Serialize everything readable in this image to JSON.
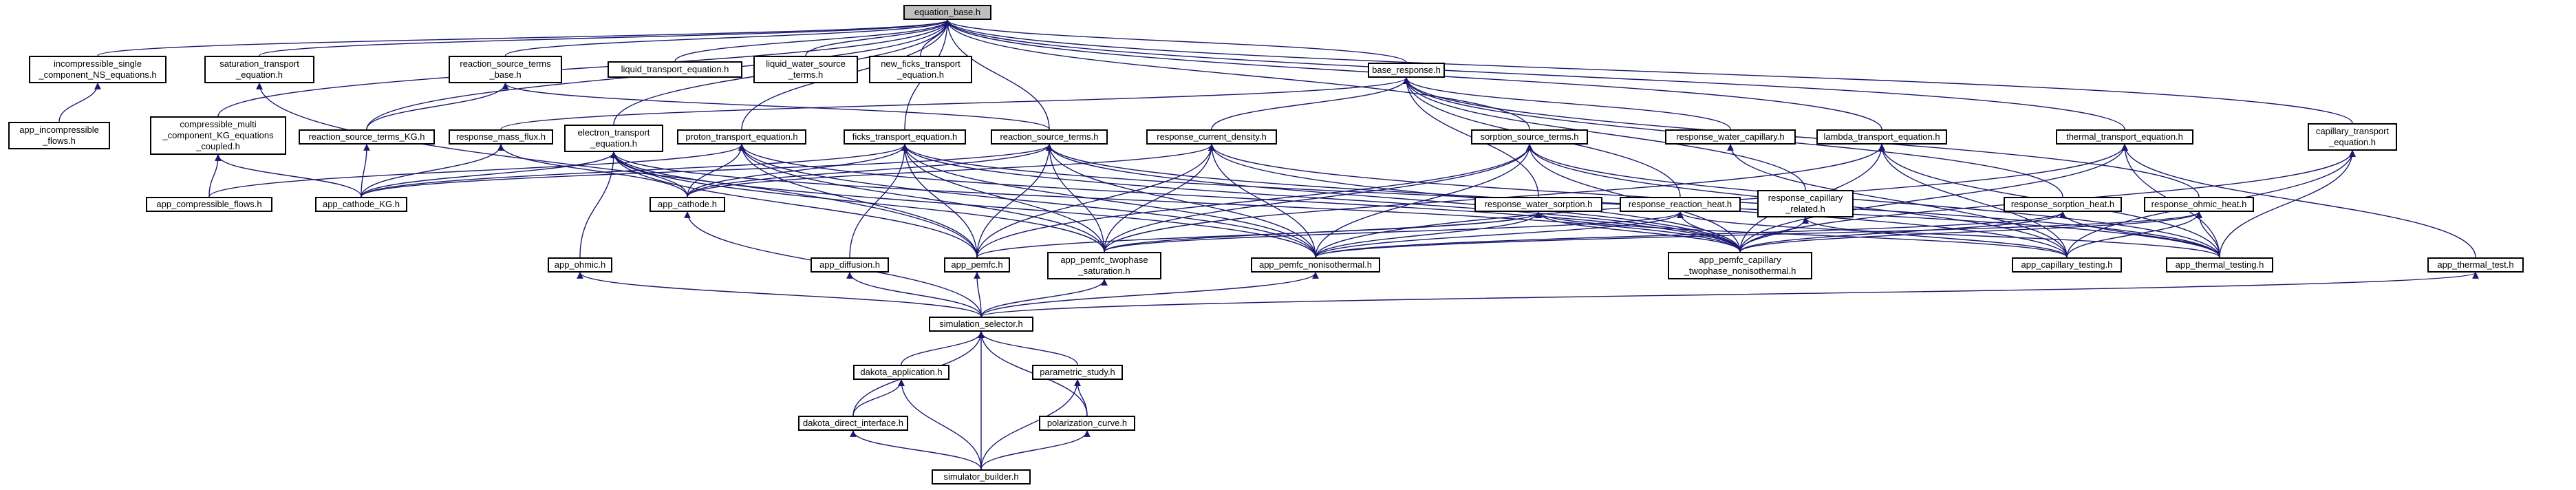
{
  "diagram": {
    "type": "include-dependency-graph",
    "colors": {
      "edge": "#191970",
      "node_border": "#000000",
      "node_fill": "#ffffff",
      "root_fill": "#bfbfbf"
    },
    "nodes": {
      "eqbase": "equation_base.h",
      "incomp": "incompressible_single\n_component_NS_equations.h",
      "satur": "saturation_transport\n_equation.h",
      "rst_base": "reaction_source_terms\n_base.h",
      "liquid": "liquid_transport_equation.h",
      "lwst": "liquid_water_source\n_terms.h",
      "newfick": "new_ficks_transport\n_equation.h",
      "baseresp": "base_response.h",
      "app_incomp": "app_incompressible\n_flows.h",
      "compmulti": "compressible_multi\n_component_KG_equations\n_coupled.h",
      "rst_kg": "reaction_source_terms_KG.h",
      "respmass": "response_mass_flux.h",
      "electron": "electron_transport\n_equation.h",
      "proton": "proton_transport_equation.h",
      "ficks": "ficks_transport_equation.h",
      "rst": "reaction_source_terms.h",
      "rcd": "response_current_density.h",
      "sorpst": "sorption_source_terms.h",
      "rwcap": "response_water_capillary.h",
      "lambda": "lambda_transport_equation.h",
      "thermal": "thermal_transport_equation.h",
      "captrans": "capillary_transport\n_equation.h",
      "app_compflows": "app_compressible_flows.h",
      "app_cathkg": "app_cathode_KG.h",
      "app_cathode": "app_cathode.h",
      "rws": "response_water_sorption.h",
      "rrh": "response_reaction_heat.h",
      "rcr": "response_capillary\n_related.h",
      "rsh": "response_sorption_heat.h",
      "roh": "response_ohmic_heat.h",
      "app_ohmic": "app_ohmic.h",
      "app_diff": "app_diffusion.h",
      "app_pemfc": "app_pemfc.h",
      "app_pemfc_tp_sat": "app_pemfc_twophase\n_saturation.h",
      "app_pemfc_noniso": "app_pemfc_nonisothermal.h",
      "app_pemfc_cap": "app_pemfc_capillary\n_twophase_nonisothermal.h",
      "app_captest": "app_capillary_testing.h",
      "app_thermtest": "app_thermal_testing.h",
      "app_thermtst": "app_thermal_test.h",
      "simsel": "simulation_selector.h",
      "dakapp": "dakota_application.h",
      "param": "parametric_study.h",
      "dakdir": "dakota_direct_interface.h",
      "polcurve": "polarization_curve.h",
      "simbuild": "simulator_builder.h"
    }
  }
}
